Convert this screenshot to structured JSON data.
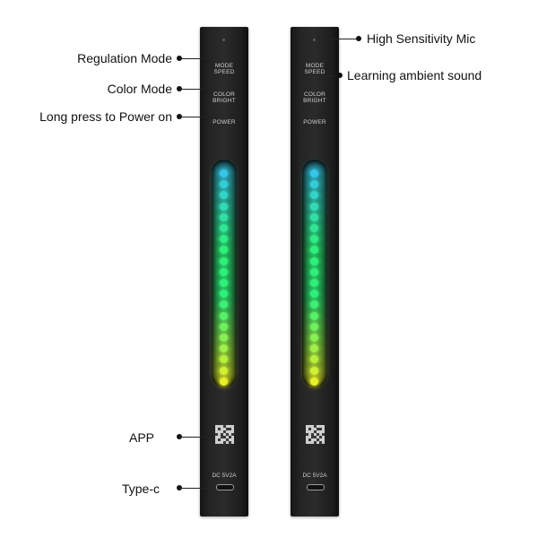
{
  "callouts": {
    "regulation_mode": "Regulation Mode",
    "color_mode": "Color Mode",
    "power": "Long press to Power on",
    "app": "APP",
    "type_c": "Type-c",
    "mic": "High Sensitivity Mic",
    "learning": "Learning ambient sound"
  },
  "device": {
    "mode_label": "MODE",
    "speed_label": "SPEED",
    "color_label": "COLOR",
    "bright_label": "BRIGHT",
    "power_label": "POWER",
    "dc_label": "DC 5V2A"
  },
  "led_count": 20,
  "colors": {
    "background": "#ffffff",
    "bar_body": "#242424",
    "led_top": "#36c6e8",
    "led_middle": "#2ff07a",
    "led_bottom": "#e8f02a"
  }
}
